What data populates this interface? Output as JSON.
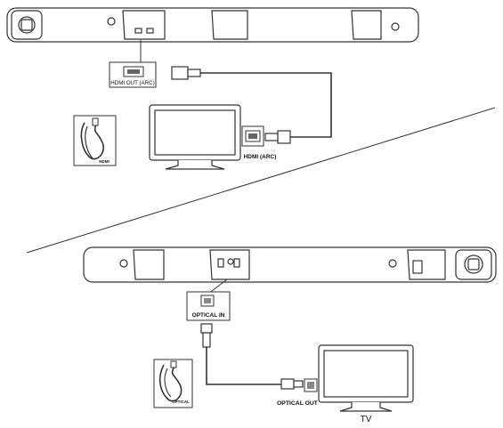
{
  "labels": {
    "hdmi_out_arc": "HDMI OUT (ARC)",
    "hdmi_arc": "HDMI (ARC)",
    "hdmi_cable": "HDMI",
    "optical_in": "OPTICAL IN",
    "optical_out": "OPTICAL OUT",
    "optical_cable": "OPTICAL",
    "tv": "TV"
  },
  "colors": {
    "line": "#333333",
    "fill": "#ffffff",
    "panel": "#f2f2f2",
    "screen": "#ffffff"
  }
}
